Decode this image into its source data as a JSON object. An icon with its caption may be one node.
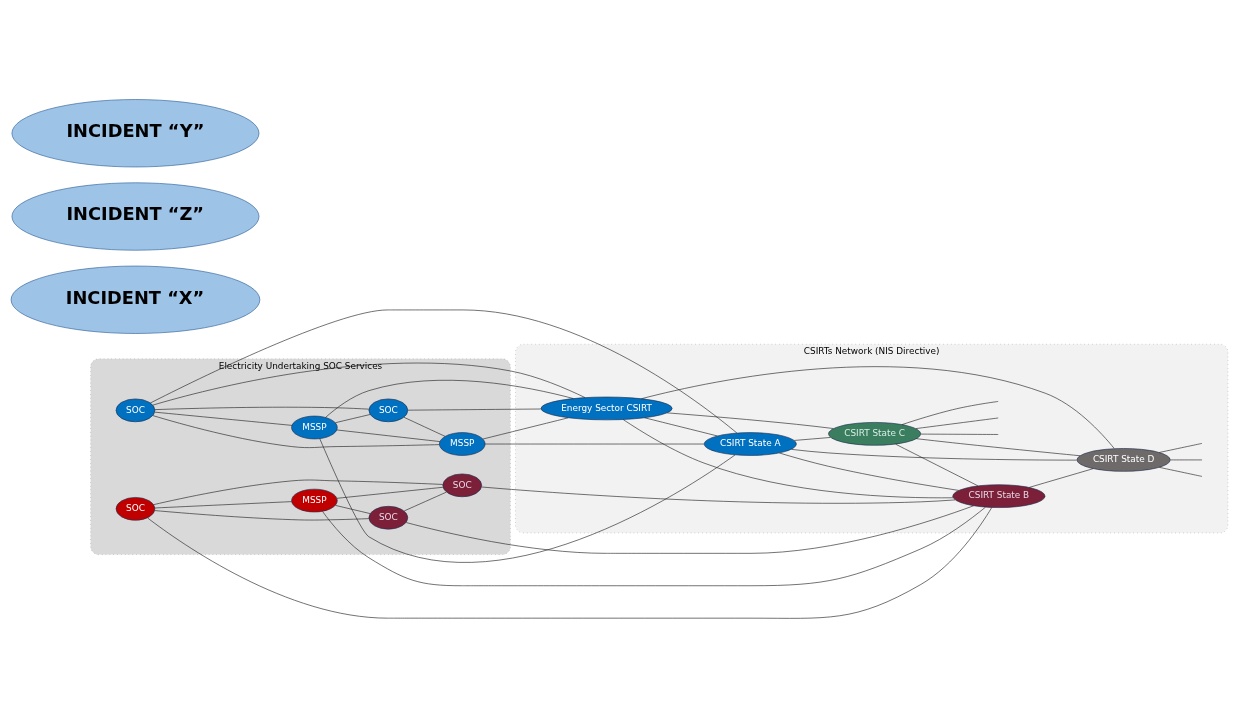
{
  "diagram": {
    "nodes": [
      {
        "text": [
          "Electricity Undertaking SOC Services"
        ]
      },
      {
        "text": [
          "CSIRTs Network (NIS Directive)"
        ]
      },
      {
        "text": [
          "INCIDENT “X”"
        ]
      },
      {
        "text": [
          "INCIDENT “Z”"
        ]
      },
      {
        "text": [
          "INCIDENT “Y”"
        ]
      },
      {
        "text": [
          "SOC"
        ],
        "in": 0
      },
      {
        "text": [
          "MSSP"
        ],
        "in": 0
      },
      {
        "text": [
          "SOC"
        ],
        "in": 0
      },
      {
        "text": [
          "MSSP"
        ],
        "in": 0
      },
      {
        "text": [
          "SOC"
        ],
        "in": 0
      },
      {
        "text": [
          "MSSP"
        ],
        "in": 0
      },
      {
        "text": [
          "SOC"
        ],
        "in": 0
      },
      {
        "text": [
          "SOC"
        ],
        "in": 0
      },
      {
        "text": [
          "Energy Sector CSIRT"
        ],
        "in": 1
      },
      {
        "text": [
          "CSIRT State A"
        ],
        "in": 1
      },
      {
        "text": [
          "CSIRT State C"
        ],
        "in": 1
      },
      {
        "text": [
          "CSIRT State B"
        ],
        "in": 1
      },
      {
        "text": [
          "CSIRT State D"
        ],
        "in": 1
      }
    ],
    "edges": [
      {
        "from": 5,
        "to": 6,
        "arrow": "none"
      },
      {
        "from": 5,
        "to": 7,
        "arrow": "none"
      },
      {
        "from": 5,
        "to": 8,
        "arrow": "none"
      },
      {
        "from": 5,
        "to": 13,
        "arrow": "none"
      },
      {
        "from": 5,
        "to": 14,
        "arrow": "none"
      },
      {
        "from": 6,
        "to": 13,
        "arrow": "none"
      },
      {
        "from": 6,
        "to": 7,
        "arrow": "none"
      },
      {
        "from": 6,
        "to": 8,
        "arrow": "none"
      },
      {
        "from": 6,
        "to": 14,
        "arrow": "none"
      },
      {
        "from": 7,
        "to": 13,
        "arrow": "none"
      },
      {
        "from": 7,
        "to": 8,
        "arrow": "none"
      },
      {
        "from": 8,
        "to": 13,
        "arrow": "none"
      },
      {
        "from": 8,
        "to": 14,
        "arrow": "none"
      },
      {
        "from": 13,
        "to": 14,
        "arrow": "none"
      },
      {
        "from": 13,
        "to": 15,
        "arrow": "none"
      },
      {
        "from": 13,
        "to": 16,
        "arrow": "none"
      },
      {
        "from": 13,
        "to": 17,
        "arrow": "none"
      },
      {
        "from": 14,
        "to": 15,
        "arrow": "none"
      },
      {
        "from": 14,
        "to": 16,
        "arrow": "none"
      },
      {
        "from": 14,
        "to": 17,
        "arrow": "none"
      },
      {
        "from": 15,
        "to": 16,
        "arrow": "none"
      },
      {
        "from": 15,
        "to": 17,
        "arrow": "none"
      },
      {
        "from": 15,
        "to": null,
        "arrow": "none"
      },
      {
        "from": 15,
        "to": null,
        "arrow": "none"
      },
      {
        "from": 15,
        "to": null,
        "arrow": "none"
      },
      {
        "from": 16,
        "to": 17,
        "arrow": "none"
      },
      {
        "from": 17,
        "to": null,
        "arrow": "none"
      },
      {
        "from": 17,
        "to": null,
        "arrow": "none"
      },
      {
        "from": 17,
        "to": null,
        "arrow": "none"
      },
      {
        "from": 9,
        "to": 10,
        "arrow": "none"
      },
      {
        "from": 9,
        "to": 11,
        "arrow": "none"
      },
      {
        "from": 9,
        "to": 12,
        "arrow": "none"
      },
      {
        "from": 9,
        "to": 16,
        "arrow": "none"
      },
      {
        "from": 10,
        "to": 11,
        "arrow": "none"
      },
      {
        "from": 10,
        "to": 12,
        "arrow": "none"
      },
      {
        "from": 10,
        "to": 16,
        "arrow": "none"
      },
      {
        "from": 11,
        "to": 12,
        "arrow": "none"
      },
      {
        "from": 11,
        "to": 16,
        "arrow": "none"
      },
      {
        "from": 12,
        "to": 16,
        "arrow": "none"
      }
    ]
  }
}
